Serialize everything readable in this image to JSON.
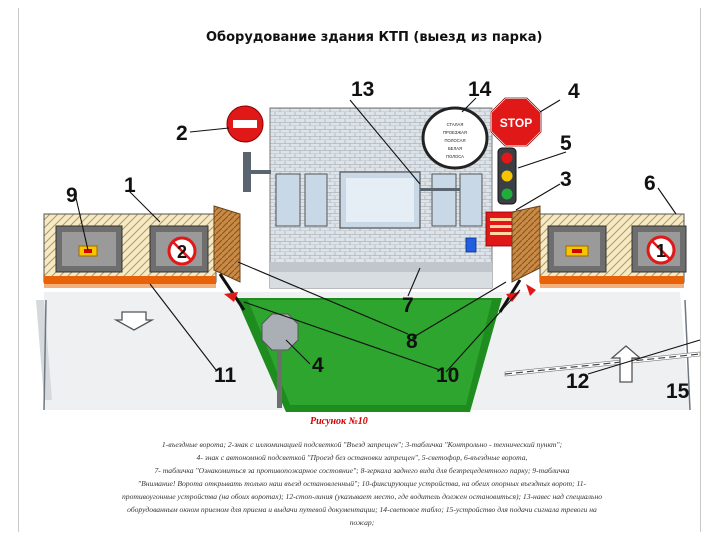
{
  "header": {
    "title": "Оборудование здания  КТП (выезд из парка)"
  },
  "diagram": {
    "callouts": {
      "n1a": "1",
      "n1b": "1",
      "n2": "2",
      "n3": "3",
      "n4a": "4",
      "n4b": "4",
      "n5": "5",
      "n6": "6",
      "n7": "7",
      "n8": "8",
      "n9": "9",
      "n10": "10",
      "n11": "11",
      "n12": "12",
      "n13": "13",
      "n14": "14",
      "n15": "15"
    },
    "gate_numbers": {
      "left": "2",
      "right": "1"
    },
    "stop_sign_text": "STOP",
    "board_lines": [
      "СТАЛАЯ",
      "ПРОЕЗЖАЯ",
      "ПОЛОСАЯ",
      "БЕЛАЯ",
      "ПОЛОСА"
    ],
    "colors": {
      "stripe_orange": "#e8620a",
      "stop_red": "#e01818",
      "green_area": "#1e8c1e",
      "wall_blue": "#c8d8e6"
    }
  },
  "caption": {
    "title": "Рисунок №10",
    "legend_lines": [
      "1-въездные ворота; 2-знак с иллюминацией подсветкой \"Въезд запрещен\"; 3-табличка \"Контрольно - технический пункт\";",
      "4- знак с автономной подсветкой \"Проезд без остановки запрещен\", 5-светофор, 6-въездные ворота,",
      "7- табличка \"Ознакомиться за противопожарное состояние\"; 8-зеркала заднего вида для безпрецедентного парку; 9-табличка",
      "\"Внимание! Ворота открывать только наш въезд остановленный\"; 10-фиксирующие устройства, на обеих опорных въездных ворот; 11-",
      "противоугонные устройства (на обоих воротах); 12-стоп-линия (указывает место, где водитель должен остановиться); 13-навес над специально",
      "оборудованным окном приемом для приема и выдачи путевой документации; 14-световое табло; 15-устройство для подачи сигнала тревоги на",
      "пожар;"
    ]
  }
}
